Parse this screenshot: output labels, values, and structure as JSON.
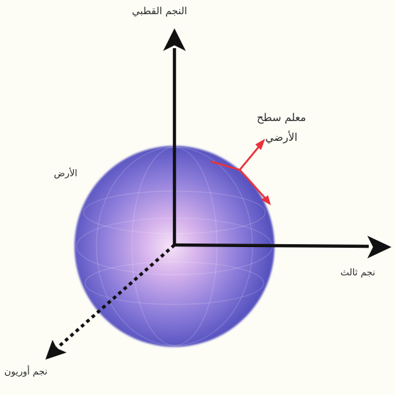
{
  "labels": {
    "polar_star": "النجم القطبي",
    "earth": "الأرض",
    "earth_surface_frame": "معلم سطح الأرضي",
    "third_star": "نجم ثالث",
    "orion_star": "نجم أوريون"
  },
  "colors": {
    "background": "#fdfdf6",
    "axis": "#111111",
    "earth_center": "#f3dcf5",
    "earth_mid": "#8a78d8",
    "earth_edge": "#3a3aa8",
    "surface_frame_arrows": "#e8323c"
  }
}
